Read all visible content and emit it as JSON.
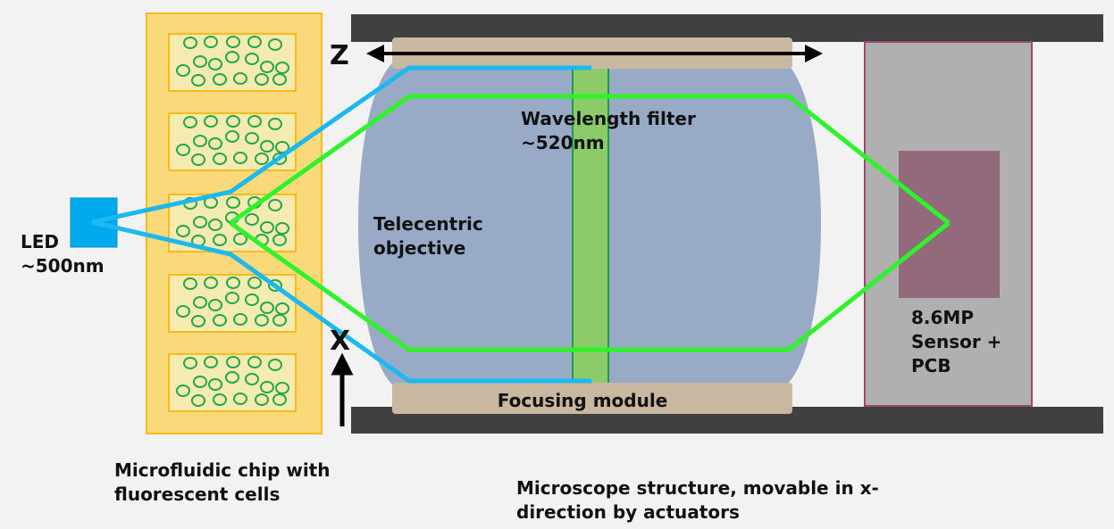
{
  "colors": {
    "background": "#f2f2f2",
    "frame": "#404040",
    "chip": "#fad97a",
    "chip_border": "#f5bb1a",
    "chamber": "#f5eab0",
    "cell_stroke": "#1fa84a",
    "objective": "#98aac6",
    "filter": "#8dcb68",
    "filter_border": "#1b9e4a",
    "plate": "#c8b8a0",
    "sensor_box": "#b0b0b0",
    "sensor_box_border": "#9a4a72",
    "sensor_chip": "#93697c",
    "led": "#00a9ec",
    "excitation_ray": "#1cb8f0",
    "emission_ray": "#2ef22a"
  },
  "labels": {
    "led_line1": "LED",
    "led_line2": "~500nm",
    "filter_line1": "Wavelength filter",
    "filter_line2": "~520nm",
    "objective_line1": "Telecentric",
    "objective_line2": "objective",
    "focusing_module": "Focusing module",
    "sensor_line1": "8.6MP",
    "sensor_line2": "Sensor +",
    "sensor_line3": "PCB",
    "axis_z": "Z",
    "axis_x": "X",
    "chip_caption_line1": "Microfluidic chip with",
    "chip_caption_line2": "fluorescent cells",
    "structure_caption_line1": "Microscope structure, movable in x-",
    "structure_caption_line2": "direction by actuators"
  }
}
